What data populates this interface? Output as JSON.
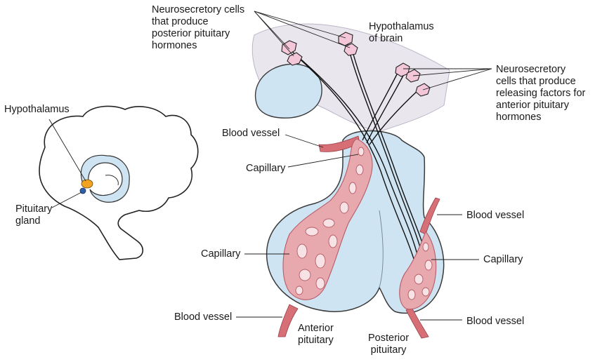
{
  "labels": {
    "neuro_posterior": "Neurosecretory cells\nthat produce\nposterior pituitary\nhormones",
    "hypothalamus_brain": "Hypothalamus\nof brain",
    "neuro_anterior": "Neurosecretory\ncells that produce\nreleasing factors for\nanterior pituitary\nhormones",
    "hypothalamus": "Hypothalamus",
    "pituitary_gland": "Pituitary\ngland",
    "blood_vessel_upper": "Blood vessel",
    "capillary_upper": "Capillary",
    "blood_vessel_right": "Blood vessel",
    "capillary_left": "Capillary",
    "capillary_right": "Capillary",
    "blood_vessel_lower_left": "Blood vessel",
    "blood_vessel_lower_right": "Blood vessel",
    "anterior_pituitary": "Anterior\npituitary",
    "posterior_pituitary": "Posterior\npituitary"
  },
  "colors": {
    "hypothalamus_region": "#e9e6ee",
    "gland_fill": "#cfe4f3",
    "capillary_fill": "#e7a9ae",
    "capillary_stroke": "#b85b66",
    "vessel": "#d66f76",
    "neuron_fill": "#f3c6d8",
    "hypothalamus_marker": "#f2a420",
    "pituitary_marker": "#2f5fa6"
  }
}
